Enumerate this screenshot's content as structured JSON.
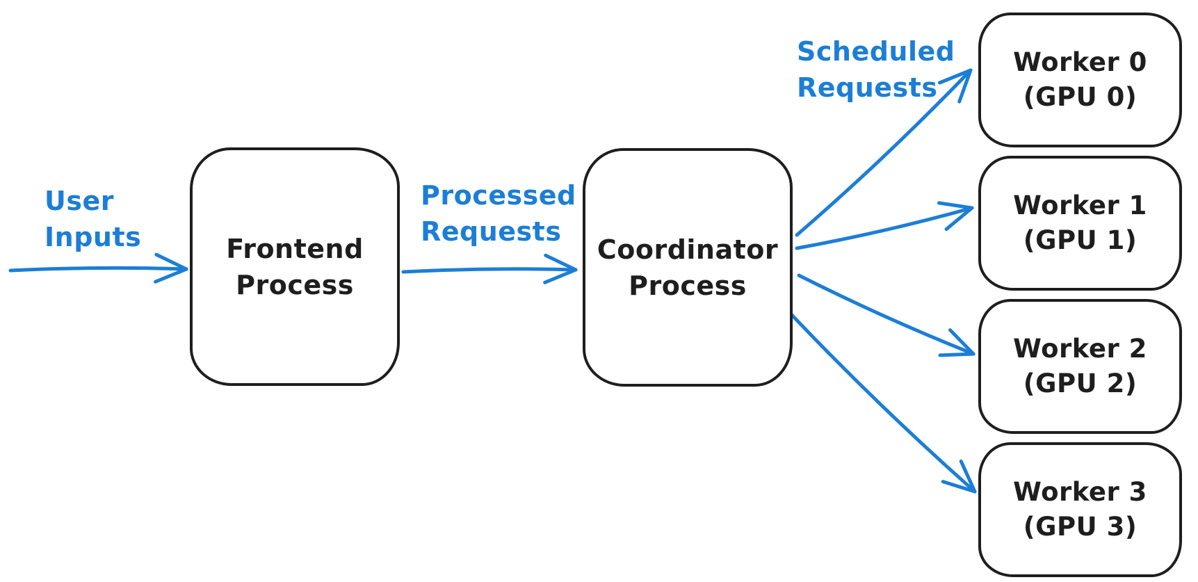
{
  "diagram": {
    "background": "#ffffff",
    "node_stroke_color": "#1e1e1e",
    "node_fill_color": "#ffffff",
    "text_color": "#1e1e1e",
    "arrow_color": "#1c7ed6",
    "nodes": {
      "frontend": {
        "label": "Frontend\nProcess"
      },
      "coordinator": {
        "label": "Coordinator\nProcess"
      },
      "workers": [
        {
          "label": "Worker 0\n(GPU 0)"
        },
        {
          "label": "Worker 1\n(GPU 1)"
        },
        {
          "label": "Worker 2\n(GPU 2)"
        },
        {
          "label": "Worker 3\n(GPU 3)"
        }
      ]
    },
    "edge_labels": {
      "user_inputs": "User\nInputs",
      "processed_requests": "Processed\nRequests",
      "scheduled_requests": "Scheduled\nRequests"
    },
    "edges": [
      {
        "from": "user-input",
        "to": "frontend-process"
      },
      {
        "from": "frontend-process",
        "to": "coordinator-process"
      },
      {
        "from": "coordinator-process",
        "to": "worker-0"
      },
      {
        "from": "coordinator-process",
        "to": "worker-1"
      },
      {
        "from": "coordinator-process",
        "to": "worker-2"
      },
      {
        "from": "coordinator-process",
        "to": "worker-3"
      }
    ]
  }
}
